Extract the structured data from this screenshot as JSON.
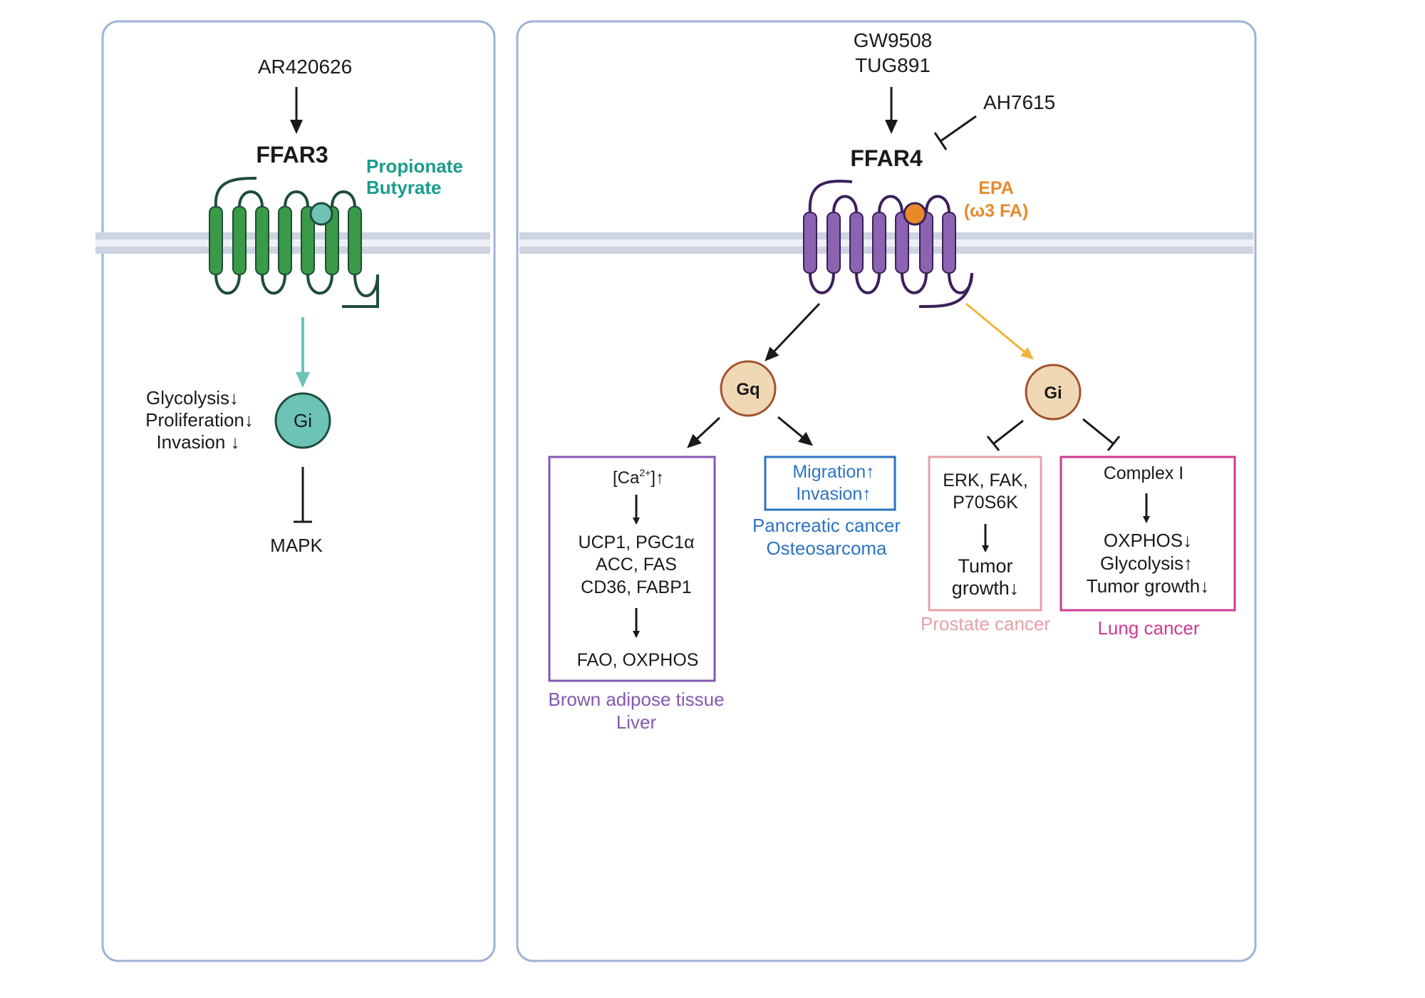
{
  "left_panel": {
    "agonist": "AR420626",
    "receptor": "FFAR3",
    "ligands": [
      "Propionate",
      "Butyrate"
    ],
    "g_protein": "Gi",
    "effects": [
      "Glycolysis↓",
      "Proliferation↓",
      "Invasion ↓"
    ],
    "target": "MAPK"
  },
  "right_panel": {
    "agonists": [
      "GW9508",
      "TUG891"
    ],
    "antagonist": "AH7615",
    "receptor": "FFAR4",
    "ligand": "EPA",
    "ligand_note": "(ω3 FA)",
    "gq": {
      "label": "Gq",
      "box1": {
        "line1_prefix": "[Ca",
        "line1_sup": "2+",
        "line1_suffix": "]↑",
        "genes": [
          "UCP1, PGC1α",
          "ACC, FAS",
          "CD36, FABP1"
        ],
        "outcome": "FAO, OXPHOS",
        "tissues": [
          "Brown adipose tissue",
          "Liver"
        ]
      },
      "box2": {
        "lines": [
          "Migration↑",
          "Invasion↑"
        ],
        "tissues": [
          "Pancreatic cancer",
          "Osteosarcoma"
        ]
      }
    },
    "gi": {
      "label": "Gi",
      "box3": {
        "lines": [
          "ERK, FAK,",
          "P70S6K"
        ],
        "outcome": [
          "Tumor",
          "growth↓"
        ],
        "tissue": "Prostate cancer"
      },
      "box4": {
        "title": "Complex I",
        "outcomes": [
          "OXPHOS↓",
          "Glycolysis↑",
          "Tumor growth↓"
        ],
        "tissue": "Lung cancer"
      }
    }
  },
  "colors": {
    "panel_border": "#9fb3d6",
    "membrane": "#cdd3e0",
    "ffar3_green": "#3a9a47",
    "ffar3_loop": "#1e4d3a",
    "teal": "#1a9c8c",
    "teal_ball": "#6cc3b6",
    "ffar4_purple": "#8c63b0",
    "ffar4_loop": "#3b1f5a",
    "epa_orange": "#e8892a",
    "g_beige": "#f1d8b4",
    "g_brown": "#a0522d",
    "box_purple": "#8458b2",
    "box_blue": "#2c74c2",
    "box_pink": "#e8a0a8",
    "box_magenta": "#d03a92",
    "gi_arrow_yellow": "#f0b43c"
  }
}
